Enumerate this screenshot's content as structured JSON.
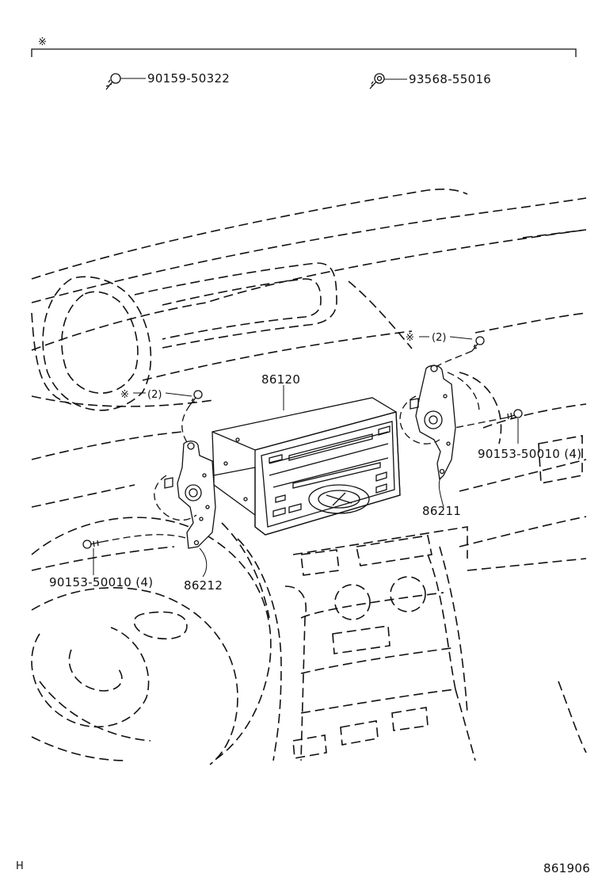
{
  "diagram": {
    "legend": {
      "mark": "※",
      "bolt_a": "90159-50322",
      "bolt_b": "93568-55016"
    },
    "callouts": {
      "mark_right": "※",
      "qty_right": "(2)",
      "mark_left": "※",
      "qty_left": "(2)",
      "radio": "86120",
      "bracket_right": "86211",
      "bracket_left": "86212",
      "screw_right": "90153-50010 (4)",
      "screw_left": "90153-50010 (4)"
    },
    "footer": {
      "section_code": "H",
      "figure_number": "861906"
    }
  }
}
